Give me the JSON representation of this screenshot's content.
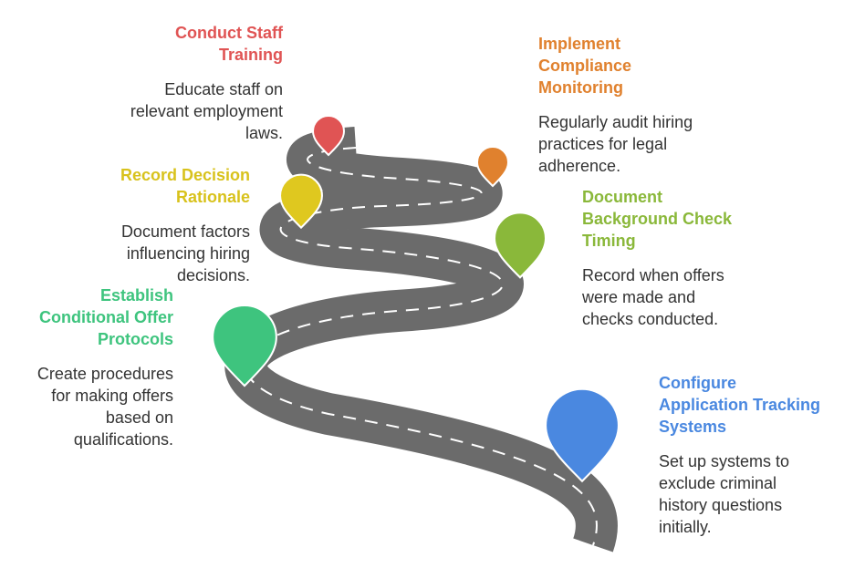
{
  "steps": [
    {
      "id": "staff-training",
      "title": "Conduct Staff\nTraining",
      "description": "Educate staff on\nrelevant employment\nlaws.",
      "color": "#e05454"
    },
    {
      "id": "compliance-monitoring",
      "title": "Implement\nCompliance\nMonitoring",
      "description": "Regularly audit hiring\npractices for legal\nadherence.",
      "color": "#e0812e"
    },
    {
      "id": "decision-rationale",
      "title": "Record Decision\nRationale",
      "description": "Document factors\ninfluencing hiring\ndecisions.",
      "color": "#dfc81f"
    },
    {
      "id": "background-check-timing",
      "title": "Document\nBackground Check\nTiming",
      "description": "Record when offers\nwere made and\nchecks conducted.",
      "color": "#8ab83a"
    },
    {
      "id": "conditional-offer",
      "title": "Establish\nConditional Offer\nProtocols",
      "description": "Create procedures\nfor making offers\nbased on\nqualifications.",
      "color": "#3ec47e"
    },
    {
      "id": "application-tracking",
      "title": "Configure\nApplication Tracking\nSystems",
      "description": "Set up systems to\nexclude criminal\nhistory questions\ninitially.",
      "color": "#4a88e0"
    }
  ],
  "road_color": "#6b6b6b",
  "lane_color": "#ffffff"
}
